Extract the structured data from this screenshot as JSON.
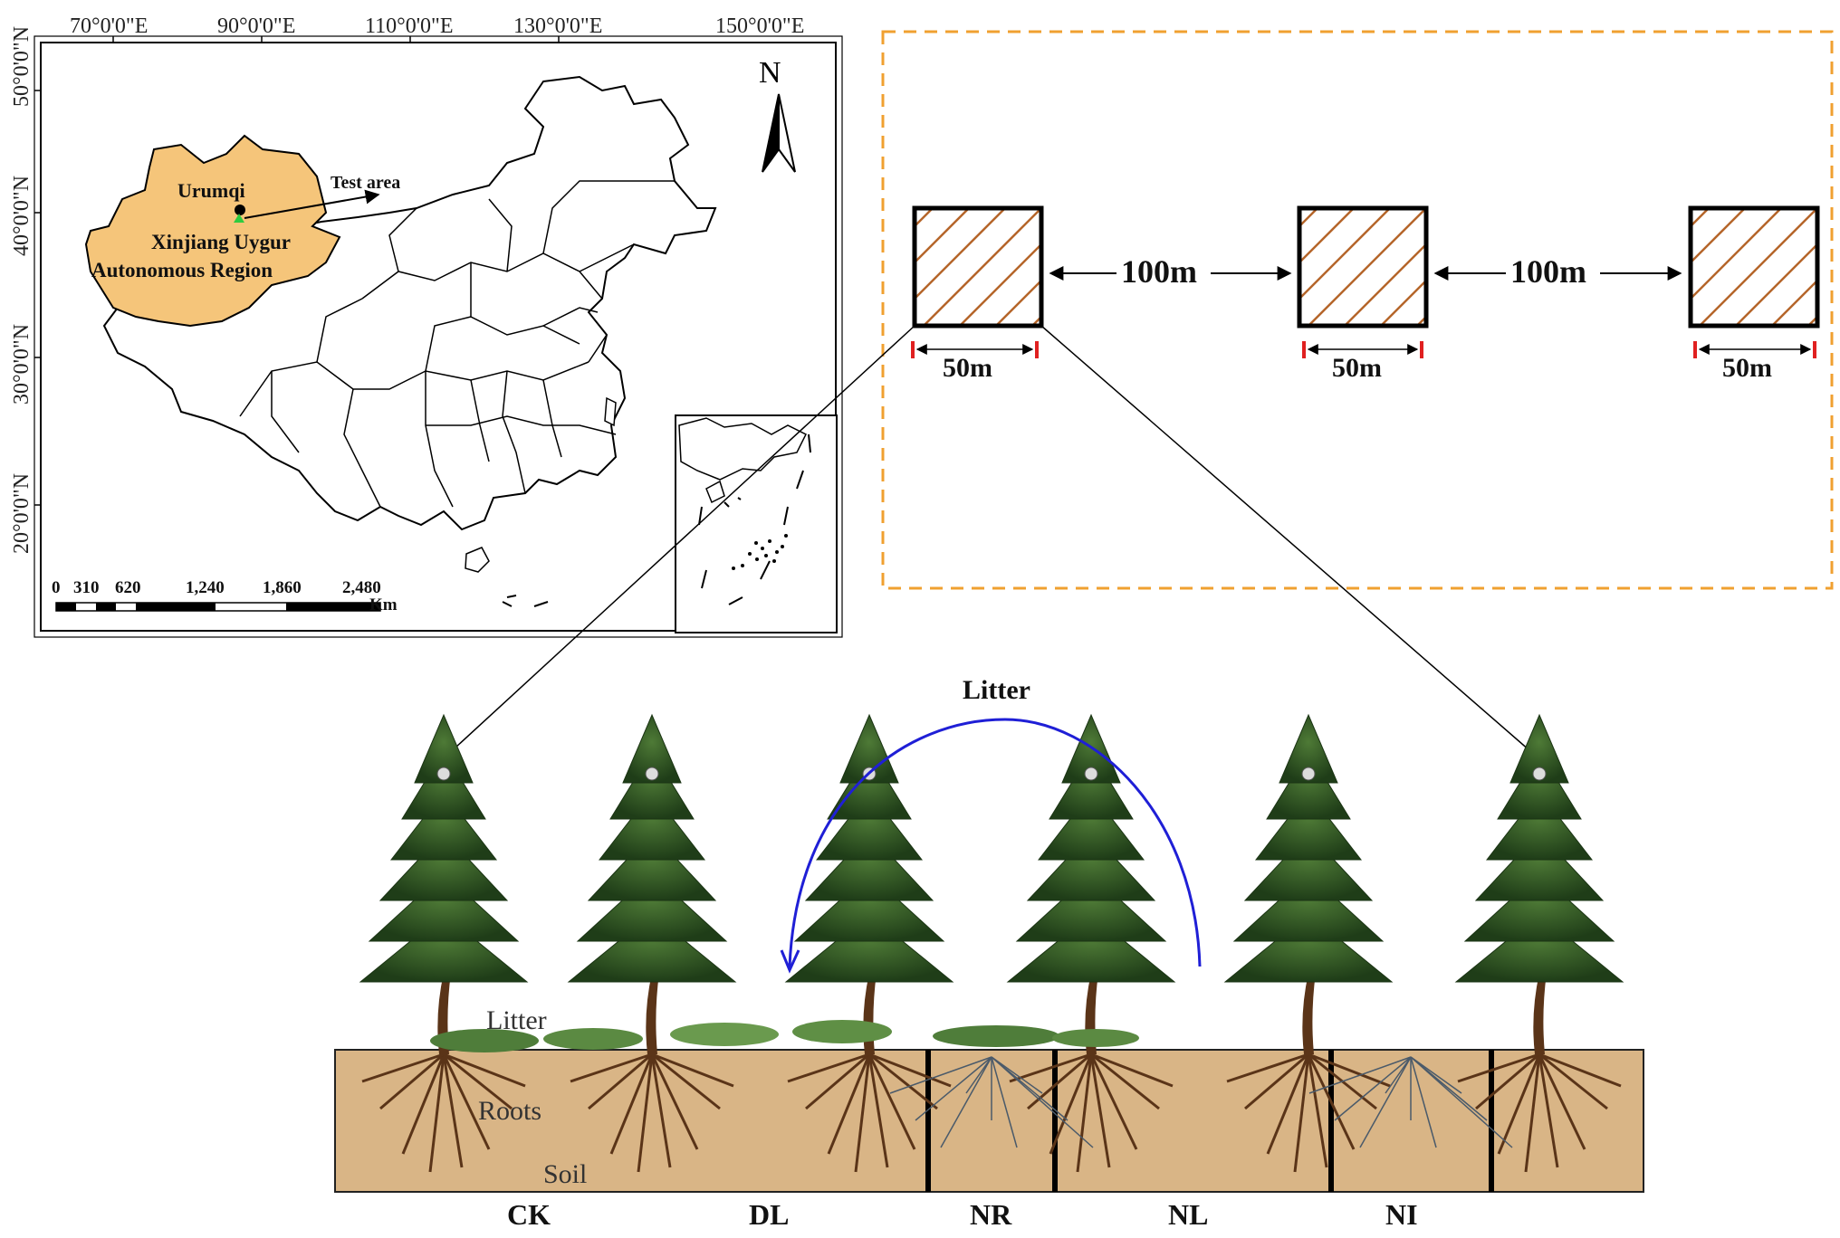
{
  "map": {
    "lon_labels": [
      "70°0'0\"E",
      "90°0'0\"E",
      "110°0'0\"E",
      "130°0'0\"E",
      "150°0'0\"E"
    ],
    "lat_labels": [
      "50°0'0\"N",
      "40°0'0\"N",
      "30°0'0\"N",
      "20°0'0\"N"
    ],
    "north_label": "N",
    "city_label": "Urumqi",
    "test_area_label": "Test area",
    "region_label_line1": "Xinjiang Uygur",
    "region_label_line2": "Autonomous Region",
    "scale_ticks": [
      "0",
      "310",
      "620",
      "1,240",
      "1,860",
      "2,480"
    ],
    "scale_unit": "Km",
    "region_color": "#f5c57a"
  },
  "plot_layout": {
    "distance_1": "100m",
    "distance_2": "100m",
    "plot_widths": [
      "50m",
      "50m",
      "50m"
    ],
    "border_color": "#f0a030",
    "hatch_color": "#b5652a"
  },
  "diagram": {
    "arrow_label": "Litter",
    "litter_label": "Litter",
    "roots_label": "Roots",
    "soil_label": "Soil",
    "treatments": [
      "CK",
      "DL",
      "NR",
      "NL",
      "NI"
    ],
    "arrow_color": "#1f1fd6",
    "soil_color": "#d9b586"
  }
}
